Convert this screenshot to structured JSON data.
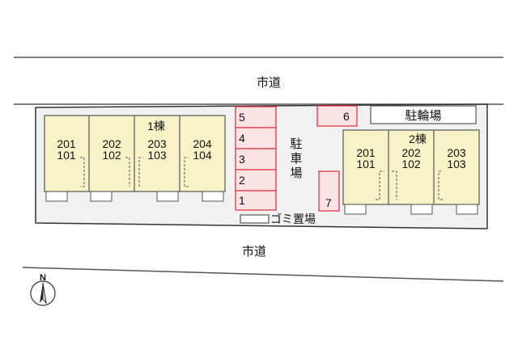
{
  "roads": {
    "top_label": "市道",
    "bottom_label": "市道"
  },
  "building1": {
    "label": "1棟",
    "units": [
      {
        "upper": "201",
        "lower": "101"
      },
      {
        "upper": "202",
        "lower": "102"
      },
      {
        "upper": "203",
        "lower": "103"
      },
      {
        "upper": "204",
        "lower": "104"
      }
    ]
  },
  "building2": {
    "label": "2棟",
    "units": [
      {
        "upper": "201",
        "lower": "101"
      },
      {
        "upper": "202",
        "lower": "102"
      },
      {
        "upper": "203",
        "lower": "103"
      }
    ]
  },
  "parking": {
    "label_chars": [
      "駐",
      "車",
      "場"
    ],
    "stalls": [
      "5",
      "4",
      "3",
      "2",
      "1"
    ],
    "stall_6": "6",
    "stall_7": "7"
  },
  "bicycle_parking": "駐輪場",
  "garbage": "ゴミ置場",
  "compass": "N",
  "colors": {
    "building_fill": "#f8f3c6",
    "parking_fill": "#fde4e4",
    "parking_stroke": "#e0283a",
    "line": "#555555"
  }
}
